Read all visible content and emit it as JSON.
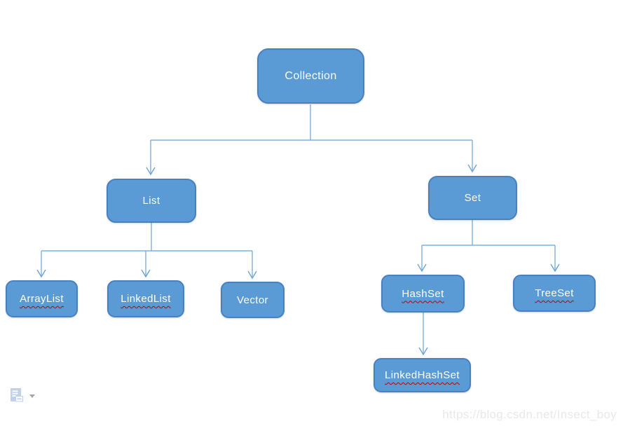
{
  "diagram": {
    "nodes": {
      "collection": {
        "label": "Collection",
        "misspelled": false
      },
      "list": {
        "label": "List",
        "misspelled": false
      },
      "set": {
        "label": "Set",
        "misspelled": false
      },
      "arraylist": {
        "label": "ArrayList",
        "misspelled": true
      },
      "linkedlist": {
        "label": "LinkedList",
        "misspelled": true
      },
      "vector": {
        "label": "Vector",
        "misspelled": false
      },
      "hashset": {
        "label": "HashSet",
        "misspelled": true
      },
      "treeset": {
        "label": "TreeSet",
        "misspelled": true
      },
      "linkedhashset": {
        "label": "LinkedHashSet",
        "misspelled": true
      }
    },
    "edges": [
      {
        "from": "Collection",
        "to": "List"
      },
      {
        "from": "Collection",
        "to": "Set"
      },
      {
        "from": "List",
        "to": "ArrayList"
      },
      {
        "from": "List",
        "to": "LinkedList"
      },
      {
        "from": "List",
        "to": "Vector"
      },
      {
        "from": "Set",
        "to": "HashSet"
      },
      {
        "from": "Set",
        "to": "TreeSet"
      },
      {
        "from": "HashSet",
        "to": "LinkedHashSet"
      }
    ],
    "colors": {
      "node_fill": "#5B9BD5",
      "node_border": "#4981BE",
      "node_text": "#FFFFFF",
      "connector": "#7FB0DE",
      "spellcheck_underline": "#C00000"
    }
  },
  "statusbar": {
    "icons": [
      "paste-options-document-icon",
      "dropdown-caret-icon"
    ]
  },
  "watermark": {
    "text": "https://blog.csdn.net/Insect_boy"
  }
}
